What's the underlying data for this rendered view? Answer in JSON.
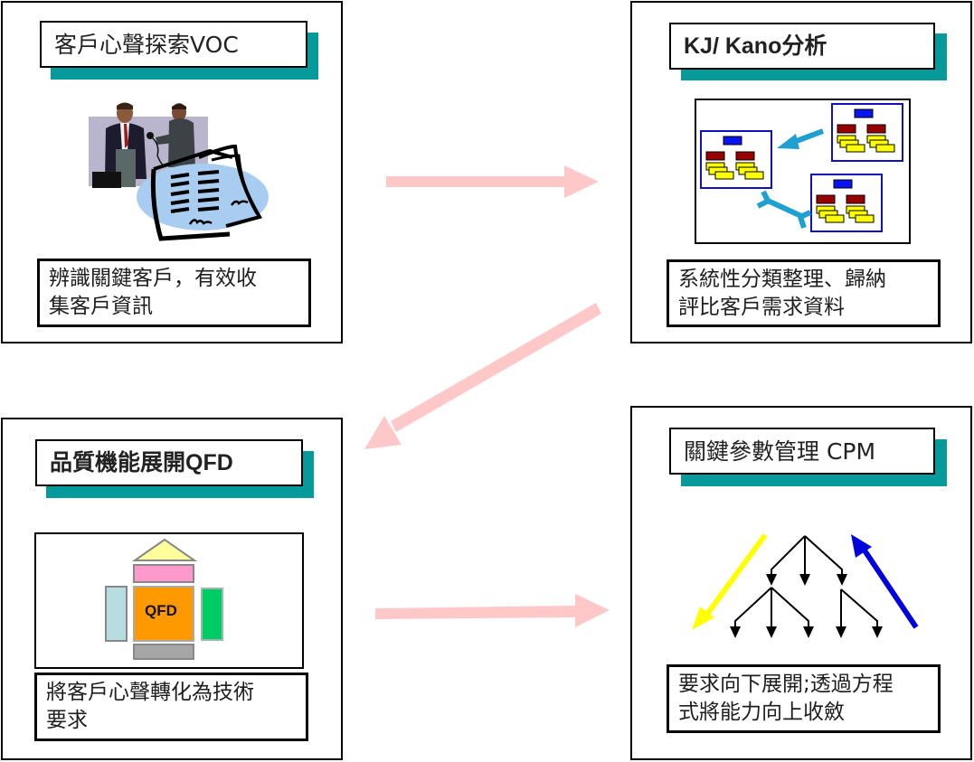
{
  "diagram": {
    "panels": [
      {
        "id": "voc",
        "title": "客戶心聲探索VOC",
        "description_lines": [
          "辨識關鍵客戶，有效收",
          "集客戶資訊"
        ],
        "illustration": "interview-clipart-icon"
      },
      {
        "id": "kj-kano",
        "title": "KJ/ Kano分析",
        "description_lines": [
          "系統性分類整理、歸納",
          "評比客戶需求資料"
        ],
        "illustration": "affinity-diagram-icon"
      },
      {
        "id": "qfd",
        "title": "品質機能展開QFD",
        "description_lines": [
          "將客戶心聲轉化為技術",
          "要求"
        ],
        "illustration": "house-of-quality-icon",
        "illustration_label": "QFD"
      },
      {
        "id": "cpm",
        "title": "關鍵參數管理 CPM",
        "description_lines": [
          "要求向下展開;透過方程",
          "式將能力向上收斂"
        ],
        "illustration": "parameter-tree-icon"
      }
    ],
    "flow": [
      {
        "from": "voc",
        "to": "kj-kano"
      },
      {
        "from": "kj-kano",
        "to": "qfd"
      },
      {
        "from": "qfd",
        "to": "cpm"
      }
    ],
    "colors": {
      "title_shadow": "#079a9a",
      "flow_arrow": "#ffc8c8",
      "kj_group_border": "#1010c0",
      "kj_header": "#0a14f0",
      "kj_item_dark": "#990000",
      "kj_item_light": "#ffff00",
      "kj_connector": "#20a0d0",
      "qfd_roof": "#ffff99",
      "qfd_top": "#ff99cc",
      "qfd_center": "#ff9900",
      "qfd_left": "#b8dde0",
      "qfd_right": "#00cc66",
      "qfd_bottom": "#a6a6a6",
      "cpm_down_arrow": "#ffff00",
      "cpm_up_arrow": "#0000dd"
    }
  }
}
